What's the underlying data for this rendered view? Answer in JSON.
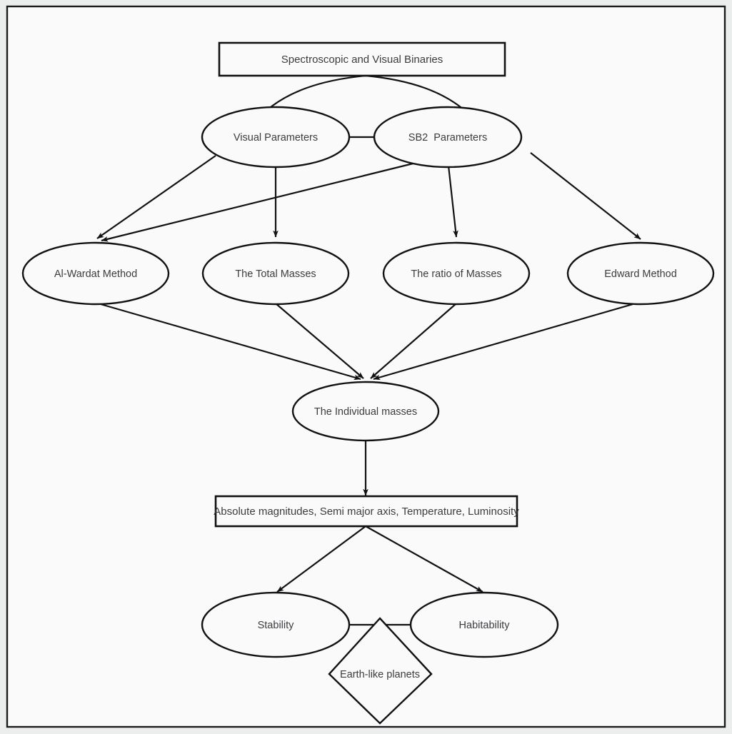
{
  "diagram": {
    "title": "Spectroscopic and Visual Binaries flowchart",
    "background_color": "#fafafa",
    "outer_background_color": "#eceded",
    "stroke_color": "#111114",
    "text_color": "#3c3c40",
    "nodes": [
      {
        "id": "root",
        "label": "Spectroscopic and Visual Binaries",
        "shape": "rectangle"
      },
      {
        "id": "visual",
        "label": "Visual Parameters",
        "shape": "ellipse"
      },
      {
        "id": "sb2",
        "label": "SB2  Parameters",
        "shape": "ellipse"
      },
      {
        "id": "alwardat",
        "label": "Al-Wardat Method",
        "shape": "ellipse"
      },
      {
        "id": "totalmass",
        "label": "The Total Masses",
        "shape": "ellipse"
      },
      {
        "id": "ratiomass",
        "label": "The ratio of Masses",
        "shape": "ellipse"
      },
      {
        "id": "edward",
        "label": "Edward Method",
        "shape": "ellipse"
      },
      {
        "id": "individual",
        "label": "The Individual masses",
        "shape": "ellipse"
      },
      {
        "id": "derived",
        "label": "Absolute magnitudes, Semi major axis, Temperature, Luminosity",
        "shape": "rectangle"
      },
      {
        "id": "stability",
        "label": "Stability",
        "shape": "ellipse"
      },
      {
        "id": "habitability",
        "label": "Habitability",
        "shape": "ellipse"
      },
      {
        "id": "earthlike",
        "label": "Earth-like planets",
        "shape": "diamond"
      }
    ],
    "edges": [
      {
        "from": "root",
        "to": "visual",
        "arrow": false,
        "style": "curved"
      },
      {
        "from": "root",
        "to": "sb2",
        "arrow": false,
        "style": "curved"
      },
      {
        "from": "visual",
        "to": "sb2",
        "arrow": false,
        "style": "straight"
      },
      {
        "from": "visual",
        "to": "alwardat",
        "arrow": true,
        "style": "straight"
      },
      {
        "from": "visual",
        "to": "totalmass",
        "arrow": true,
        "style": "straight"
      },
      {
        "from": "sb2",
        "to": "alwardat",
        "arrow": true,
        "style": "straight"
      },
      {
        "from": "sb2",
        "to": "ratiomass",
        "arrow": true,
        "style": "straight"
      },
      {
        "from": "sb2",
        "to": "edward",
        "arrow": true,
        "style": "straight"
      },
      {
        "from": "alwardat",
        "to": "individual",
        "arrow": true,
        "style": "straight"
      },
      {
        "from": "totalmass",
        "to": "individual",
        "arrow": true,
        "style": "straight"
      },
      {
        "from": "ratiomass",
        "to": "individual",
        "arrow": true,
        "style": "straight"
      },
      {
        "from": "edward",
        "to": "individual",
        "arrow": true,
        "style": "straight"
      },
      {
        "from": "individual",
        "to": "derived",
        "arrow": true,
        "style": "straight"
      },
      {
        "from": "derived",
        "to": "stability",
        "arrow": true,
        "style": "straight"
      },
      {
        "from": "derived",
        "to": "habitability",
        "arrow": true,
        "style": "straight"
      },
      {
        "from": "stability",
        "to": "earthlike",
        "arrow": false,
        "style": "straight"
      },
      {
        "from": "habitability",
        "to": "earthlike",
        "arrow": false,
        "style": "straight"
      }
    ]
  }
}
